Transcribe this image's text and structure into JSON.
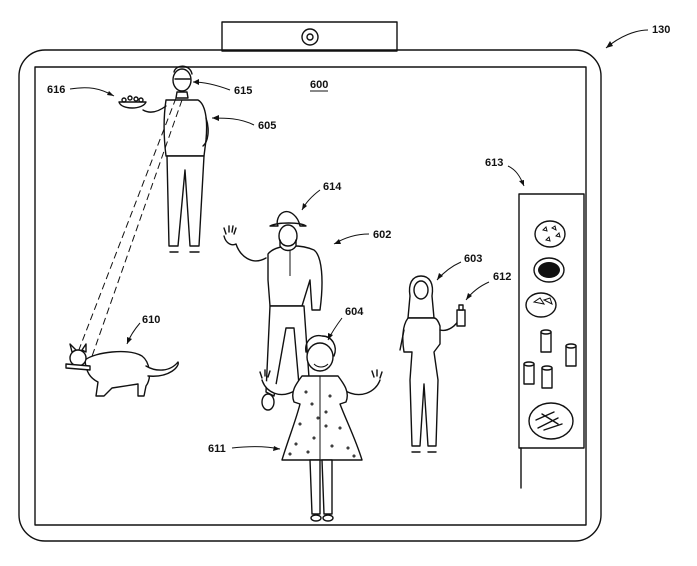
{
  "labels": {
    "device": "130",
    "scene": "600",
    "person_adult_man": "602",
    "person_woman": "603",
    "person_child": "604",
    "person_projector": "605",
    "cat": "610",
    "dress": "611",
    "bottle": "612",
    "table": "613",
    "hat": "614",
    "glasses": "615",
    "bowl": "616"
  },
  "colors": {
    "stroke": "#111111",
    "background": "#ffffff"
  },
  "icons": {
    "camera": "camera-lens-icon"
  }
}
